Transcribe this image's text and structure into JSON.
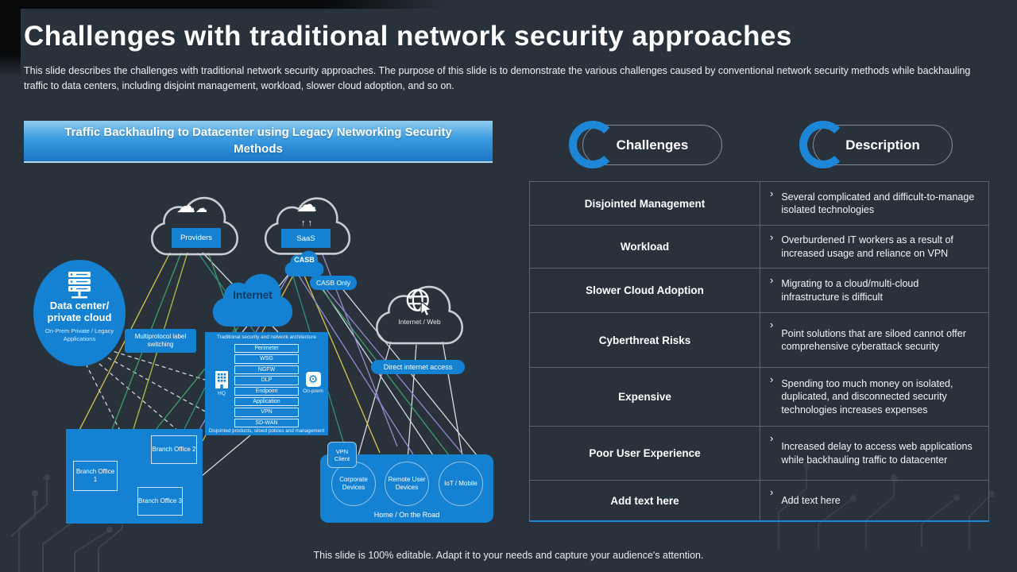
{
  "slide": {
    "title": "Challenges with traditional network security approaches",
    "description": "This slide describes the challenges with traditional network security approaches. The purpose of this slide is to demonstrate the various challenges caused by conventional network security methods while backhauling traffic to data centers, including disjoint management, workload, slower cloud adoption, and so on.",
    "footer": "This slide is 100% editable. Adapt it to your needs and capture your audience's attention."
  },
  "diagram": {
    "banner": "Traffic Backhauling to Datacenter using Legacy Networking Security Methods",
    "providers_label": "Providers",
    "saas_label": "SaaS",
    "casb_label": "CASB",
    "casb_only_label": "CASB Only",
    "internet_label": "Internet",
    "internet_web_label": "Internet / Web",
    "direct_access_label": "Direct internet access",
    "datacenter_title": "Data center/ private cloud",
    "datacenter_subtitle": "On-Prem Private / Legacy Applications",
    "mpls_label": "Multiprotocol label switching",
    "arch_title": "Traditional security and network architecture",
    "arch_items": [
      "Perimeter",
      "WSG",
      "NGFW",
      "DLP",
      "Endpoint",
      "Application",
      "VPN",
      "SD-WAN"
    ],
    "arch_caption": "Disjointed products, siloed polices and management",
    "hq_label": "HQ",
    "onprem_label": "On-prem",
    "branches": [
      "Branch Office 1",
      "Branch Office 2",
      "Branch Office 3"
    ],
    "vpn_client_label": "VPN Client",
    "home_circles": [
      "Corporate Devices",
      "Remote User Devices",
      "IoT / Mobile"
    ],
    "home_caption": "Home / On the Road"
  },
  "table": {
    "headers": [
      "Challenges",
      "Description"
    ],
    "bullet": "›",
    "rows": [
      {
        "challenge": "Disjointed Management",
        "description": "Several complicated and difficult-to-manage isolated technologies"
      },
      {
        "challenge": "Workload",
        "description": "Overburdened IT workers as a result of increased usage and reliance on VPN"
      },
      {
        "challenge": "Slower Cloud Adoption",
        "description": "Migrating to a cloud/multi-cloud infrastructure is difficult"
      },
      {
        "challenge": "Cyberthreat Risks",
        "description": "Point solutions that are siloed cannot offer comprehensive cyberattack security"
      },
      {
        "challenge": "Expensive",
        "description": "Spending too much money on isolated, duplicated, and disconnected security technologies increases expenses"
      },
      {
        "challenge": "Poor User Experience",
        "description": "Increased delay to access web applications while backhauling traffic to datacenter"
      },
      {
        "challenge": "Add  text here",
        "description": "Add text here"
      }
    ]
  },
  "icons": {
    "cloud": "☁",
    "up_arrow": "↑",
    "gear": "⚙"
  },
  "colors": {
    "accent_blue": "#1581d3",
    "arc_blue": "#1e86d6",
    "background": "#29323b",
    "banner_top": "#8fccf0",
    "banner_bottom": "#1b76c6"
  }
}
